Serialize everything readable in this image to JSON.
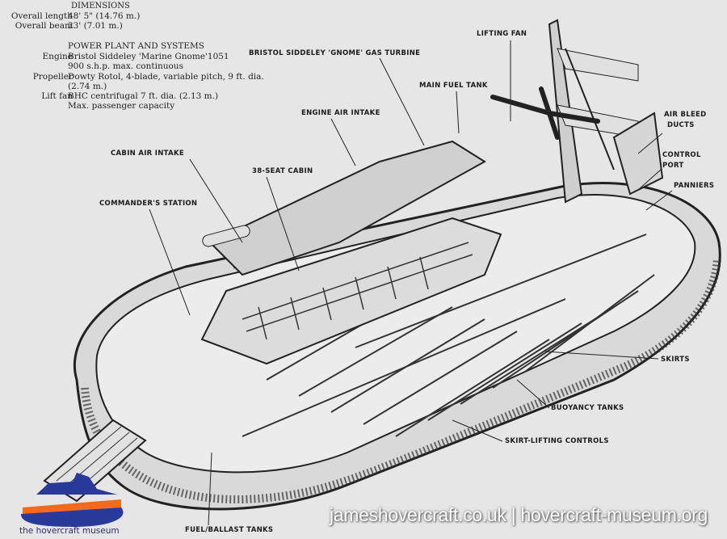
{
  "specs": {
    "dimensions_heading": "DIMENSIONS",
    "overall_length_label": "Overall length",
    "overall_length_value": "48' 5\" (14.76 m.)",
    "overall_beam_label": "Overall beam",
    "overall_beam_value": "23' (7.01 m.)",
    "power_heading": "POWER PLANT AND SYSTEMS",
    "engine_label": "Engine",
    "engine_value_1": "Bristol Siddeley 'Marine Gnome'1051",
    "engine_value_2": "900 s.h.p. max. continuous",
    "propeller_label": "Propeller",
    "propeller_value_1": "Dowty Rotol, 4-blade, variable pitch, 9 ft. dia.",
    "propeller_value_2": "(2.74 m.)",
    "lift_fan_label": "Lift fan",
    "lift_fan_value_1": "BHC centrifugal 7 ft. dia. (2.13 m.)",
    "lift_fan_value_2": "Max. passenger capacity"
  },
  "callouts": {
    "lifting_fan": "LIFTING FAN",
    "gas_turbine": "BRISTOL SIDDELEY 'GNOME' GAS TURBINE",
    "main_fuel_tank": "MAIN FUEL TANK",
    "engine_air_intake": "ENGINE AIR INTAKE",
    "air_bleed": "AIR BLEED",
    "ducts": "DUCTS",
    "control": "CONTROL",
    "port": "PORT",
    "panniers": "PANNIERS",
    "cabin_air_intake": "CABIN AIR INTAKE",
    "seat_cabin": "38-SEAT CABIN",
    "commanders_station": "COMMANDER'S STATION",
    "skirts": "SKIRTS",
    "buoyancy_tanks": "BUOYANCY TANKS",
    "skirt_lifting_controls": "SKIRT-LIFTING CONTROLS",
    "fuel_ballast_tanks": "FUEL/BALLAST TANKS"
  },
  "watermark": "jameshovercraft.co.uk | hovercraft-museum.org",
  "logo_text": "the hovercraft museum",
  "colors": {
    "background": "#e6e6e6",
    "logo_orange": "#f26a1b",
    "logo_blue": "#2a3a9a"
  }
}
